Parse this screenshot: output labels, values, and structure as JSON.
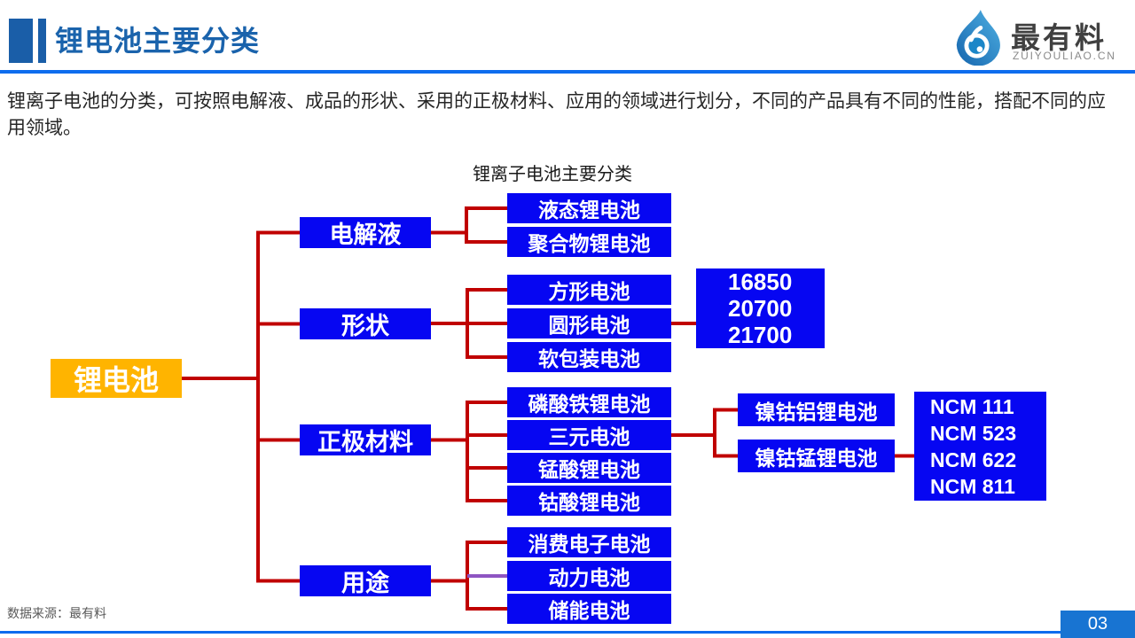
{
  "header": {
    "title": "锂电池主要分类",
    "brand": {
      "name": "最有料",
      "domain": "ZUIYOULIAO.CN"
    }
  },
  "intro": "锂离子电池的分类，可按照电解液、成品的形状、采用的正极材料、应用的领域进行划分，不同的产品具有不同的性能，搭配不同的应用领域。",
  "diagram": {
    "title": "锂离子电池主要分类",
    "root": "锂电池",
    "branches": [
      {
        "label": "电解液",
        "children": [
          "液态锂电池",
          "聚合物锂电池"
        ]
      },
      {
        "label": "形状",
        "children": [
          "方形电池",
          "圆形电池",
          "软包装电池"
        ],
        "shape_codes": [
          "16850",
          "20700",
          "21700"
        ]
      },
      {
        "label": "正极材料",
        "children": [
          "磷酸铁锂电池",
          "三元电池",
          "锰酸锂电池",
          "钴酸锂电池"
        ],
        "ternary_children": [
          "镍钴铝锂电池",
          "镍钴锰锂电池"
        ],
        "ncm_ratios": [
          "NCM 111",
          "NCM 523",
          "NCM 622",
          "NCM 811"
        ]
      },
      {
        "label": "用途",
        "children": [
          "消费电子电池",
          "动力电池",
          "储能电池"
        ]
      }
    ]
  },
  "footer": {
    "source": "数据来源：最有料",
    "page": "03"
  },
  "colors": {
    "node_blue": "#0606f2",
    "root_yellow": "#ffb400",
    "line_red": "#c00000",
    "line_purple": "#8e55c2",
    "header_blue": "#1a63ac",
    "divider_blue": "#0d6cee",
    "badge_blue": "#1874d2"
  }
}
